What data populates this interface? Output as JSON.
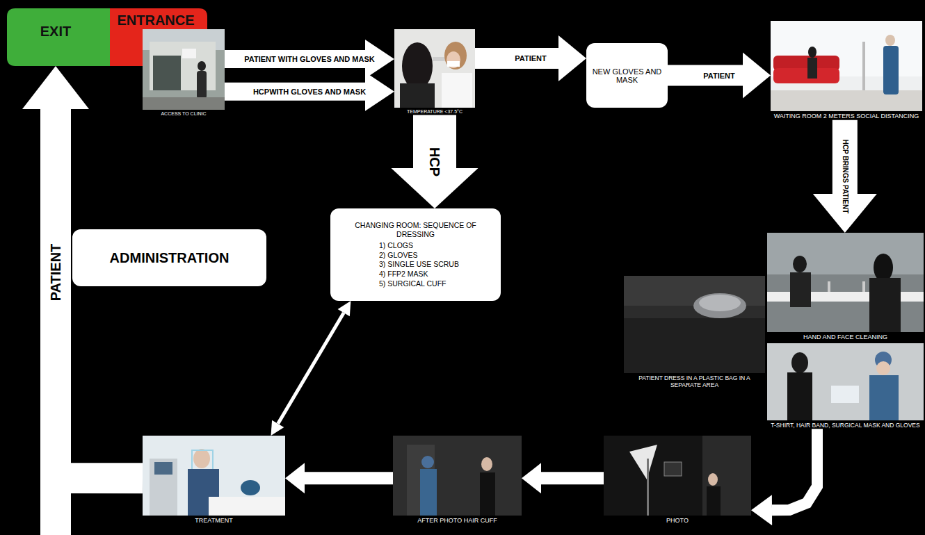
{
  "diagram": {
    "nodes": [
      {
        "text": [
          "EXIT"
        ]
      },
      {
        "text": [
          "ENTRANCE"
        ]
      },
      {
        "text": [
          "ACCESS TO CLINIC"
        ]
      },
      {
        "text": [
          "TEMPERATURE <37.5°C"
        ]
      },
      {
        "text": [
          "NEW GLOVES AND MASK"
        ]
      },
      {
        "text": [
          "WAITING ROOM 2 METERS SOCIAL DISTANCING"
        ]
      },
      {
        "text": [
          "ADMINISTRATION"
        ]
      },
      {
        "text": [
          "CHANGING ROOM: SEQUENCE OF DRESSING",
          "1) CLOGS",
          "2) GLOVES",
          "3) SINGLE USE SCRUB",
          "4) FFP2 MASK",
          "5) SURGICAL CUFF"
        ]
      },
      {
        "text": [
          "HAND AND FACE CLEANING"
        ]
      },
      {
        "text": [
          "PATIENT DRESS IN A PLASTIC BAG IN A SEPARATE AREA"
        ]
      },
      {
        "text": [
          "T-SHIRT, HAIR BAND, SURGICAL MASK AND GLOVES"
        ]
      },
      {
        "text": [
          "PHOTO"
        ]
      },
      {
        "text": [
          "AFTER PHOTO HAIR CUFF"
        ]
      },
      {
        "text": [
          "TREATMENT"
        ]
      }
    ],
    "edges": [
      {
        "from": 2,
        "to": 3,
        "label": "PATIENT WITH GLOVES AND MASK",
        "arrow": "to"
      },
      {
        "from": 2,
        "to": 3,
        "label": "HCPWITH GLOVES AND MASK",
        "arrow": "to"
      },
      {
        "from": 3,
        "to": 4,
        "label": "PATIENT",
        "arrow": "to"
      },
      {
        "from": 4,
        "to": 5,
        "label": "PATIENT",
        "arrow": "to"
      },
      {
        "from": 3,
        "to": 7,
        "label": "HCP",
        "arrow": "to"
      },
      {
        "from": 5,
        "to": 8,
        "label": "HCP BRINGS PATIENT",
        "arrow": "to"
      },
      {
        "from": 10,
        "to": 11,
        "arrow": "to"
      },
      {
        "from": 11,
        "to": 12,
        "arrow": "to"
      },
      {
        "from": 12,
        "to": 13,
        "arrow": "to"
      },
      {
        "from": 13,
        "to": 0,
        "label": "PATIENT",
        "arrow": "to"
      },
      {
        "from": 7,
        "to": 13,
        "arrow": "both"
      }
    ]
  }
}
